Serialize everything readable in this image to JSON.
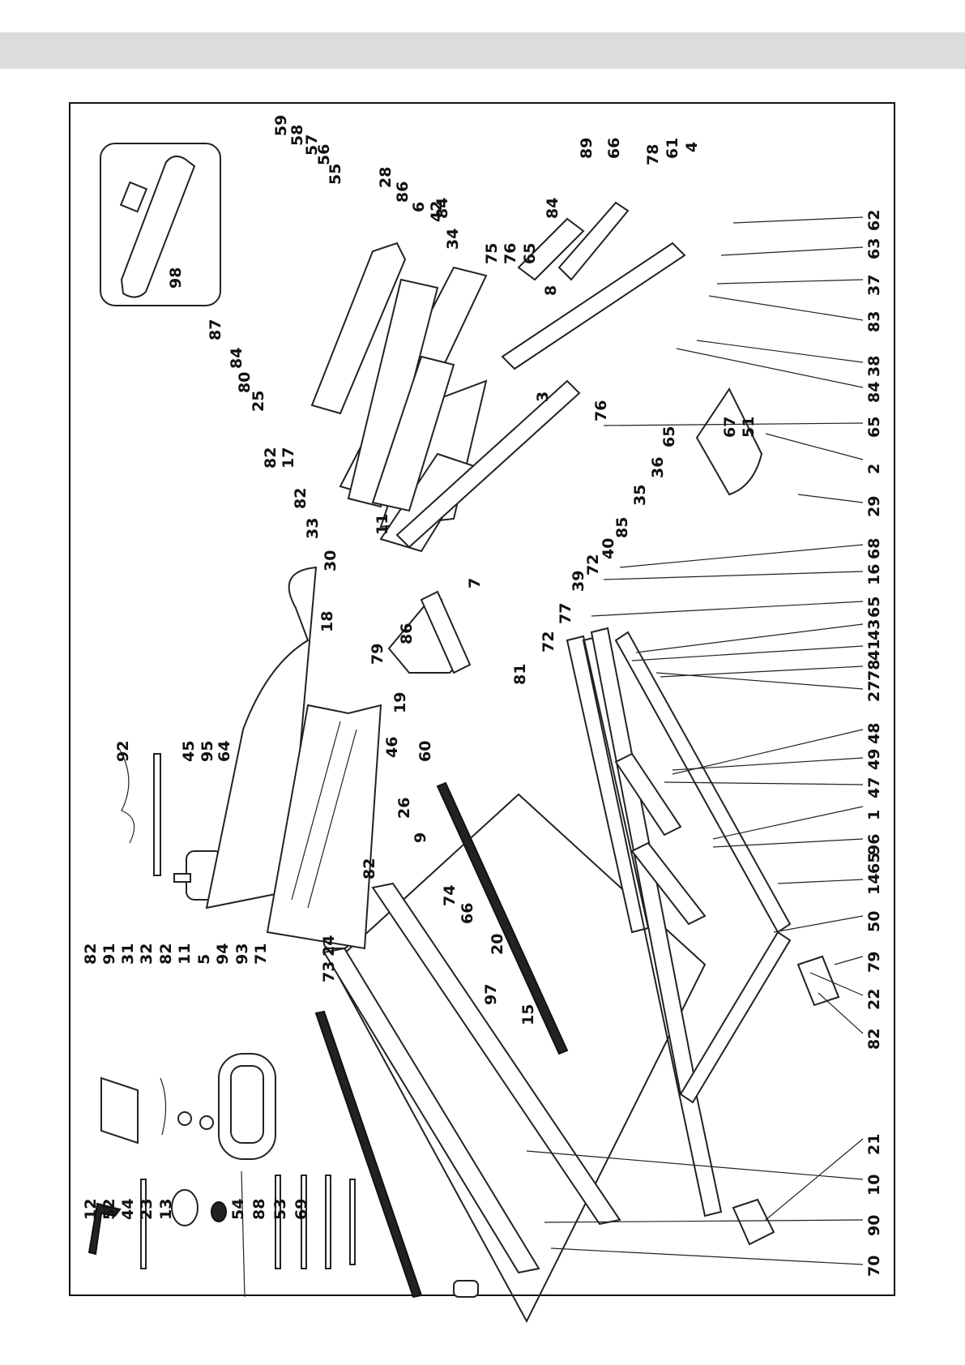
{
  "labels": {
    "top_row": [
      "12",
      "52",
      "44",
      "23",
      "13",
      "54",
      "88",
      "53",
      "69",
      "82",
      "91",
      "31",
      "32",
      "82",
      "11",
      "5",
      "94",
      "93",
      "71",
      "73",
      "24",
      "97",
      "15",
      "20",
      "74",
      "66",
      "9",
      "26",
      "82",
      "64",
      "95",
      "45",
      "92",
      "19",
      "46",
      "60",
      "79",
      "18",
      "86",
      "7",
      "30",
      "33",
      "82",
      "17",
      "82",
      "25",
      "80",
      "84",
      "87",
      "55",
      "56",
      "57",
      "58",
      "59",
      "28",
      "86",
      "6",
      "42",
      "34",
      "75",
      "76",
      "65",
      "84",
      "3",
      "11",
      "76",
      "65",
      "36",
      "35",
      "85",
      "40",
      "72",
      "39",
      "77",
      "72",
      "81",
      "84",
      "66",
      "78",
      "61",
      "89",
      "4",
      "8"
    ],
    "bottom_row": [
      "70",
      "90",
      "10",
      "21",
      "82",
      "22",
      "79",
      "50",
      "14",
      "65",
      "96",
      "1",
      "47",
      "49",
      "48",
      "27",
      "78",
      "41",
      "43",
      "65",
      "16",
      "68",
      "29",
      "2",
      "51",
      "67",
      "65",
      "84",
      "38",
      "83",
      "37",
      "63",
      "62"
    ],
    "inset": "98"
  }
}
